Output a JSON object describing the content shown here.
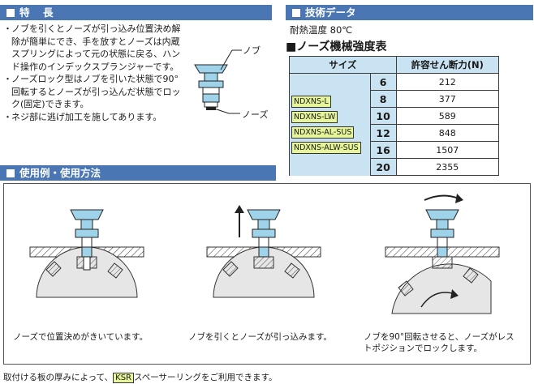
{
  "features": {
    "header": "特　長",
    "bullet": "・",
    "items": [
      "ノブを引くとノーズが引っ込み位置決め解除が簡単にでき、手を放すとノーズは内蔵スプリングによって元の状態に戻る、ハンド操作のインデックスプランジャーです。",
      "ノーズロック型はノブを引いた状態で90°回転するとノーズが引っ込んだ状態でロック(固定)できます。",
      "ネジ部に逃げ加工を施してあります。"
    ],
    "label_knob": "ノブ",
    "label_nose": "ノーズ"
  },
  "tech": {
    "header": "技術データ",
    "heat": "耐熱温度 80℃",
    "table_title": "■ノーズ機械強度表",
    "col_size": "サイズ",
    "col_force": "許容せん断力(N)",
    "models": [
      "NDXNS-L",
      "NDXNS-LW",
      "NDXNS-AL-SUS",
      "NDXNS-ALW-SUS"
    ],
    "rows": [
      {
        "size": "6",
        "force": "212"
      },
      {
        "size": "8",
        "force": "377"
      },
      {
        "size": "10",
        "force": "589"
      },
      {
        "size": "12",
        "force": "848"
      },
      {
        "size": "16",
        "force": "1507"
      },
      {
        "size": "20",
        "force": "2355"
      }
    ]
  },
  "usage": {
    "header": "使用例・使用方法",
    "captions": [
      "ノーズで位置決めがきいています。",
      "ノブを引くとノーズが引っ込みます。",
      "ノブを90°回転させると、ノーズがレストポジションでロックします。"
    ]
  },
  "footer": {
    "before": "取付ける板の厚みによって、",
    "tag": "KSR",
    "after": "スペーサーリングをご利用できます。"
  },
  "colors": {
    "header_bg": "#4a77b4",
    "table_head": "#c9e3f2",
    "model_tag": "#e6f59a",
    "part_blue": "#9fd3ea"
  }
}
